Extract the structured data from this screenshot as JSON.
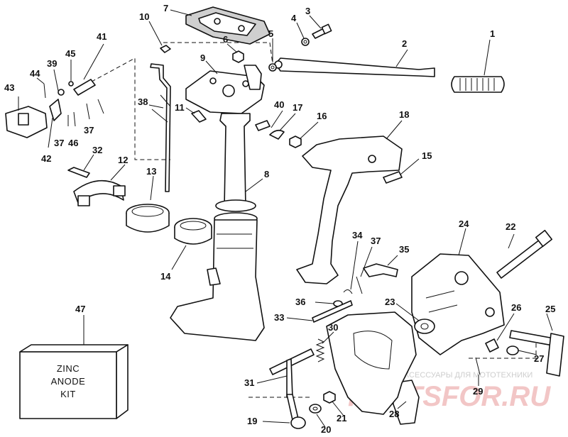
{
  "diagram": {
    "part_numbers": [
      "1",
      "2",
      "3",
      "4",
      "5",
      "6",
      "7",
      "8",
      "9",
      "10",
      "11",
      "12",
      "13",
      "14",
      "15",
      "16",
      "17",
      "18",
      "19",
      "20",
      "21",
      "22",
      "23",
      "24",
      "25",
      "26",
      "27",
      "28",
      "29",
      "30",
      "31",
      "32",
      "33",
      "34",
      "35",
      "36",
      "37",
      "37",
      "37",
      "38",
      "39",
      "40",
      "41",
      "42",
      "43",
      "44",
      "45",
      "46",
      "47"
    ],
    "kit_label": {
      "line1": "ZINC",
      "line2": "ANODE",
      "line3": "KIT"
    },
    "watermark": {
      "subtitle": "ЗАПЧАСТИ И АКСЕССУАРЫ ДЛЯ МОТОТЕХНИКИ",
      "brand": "PARTSFOR.RU"
    },
    "colors": {
      "line": "#111111",
      "watermark_red": "#e8a0a0",
      "watermark_gray": "#c8c8c8"
    }
  }
}
